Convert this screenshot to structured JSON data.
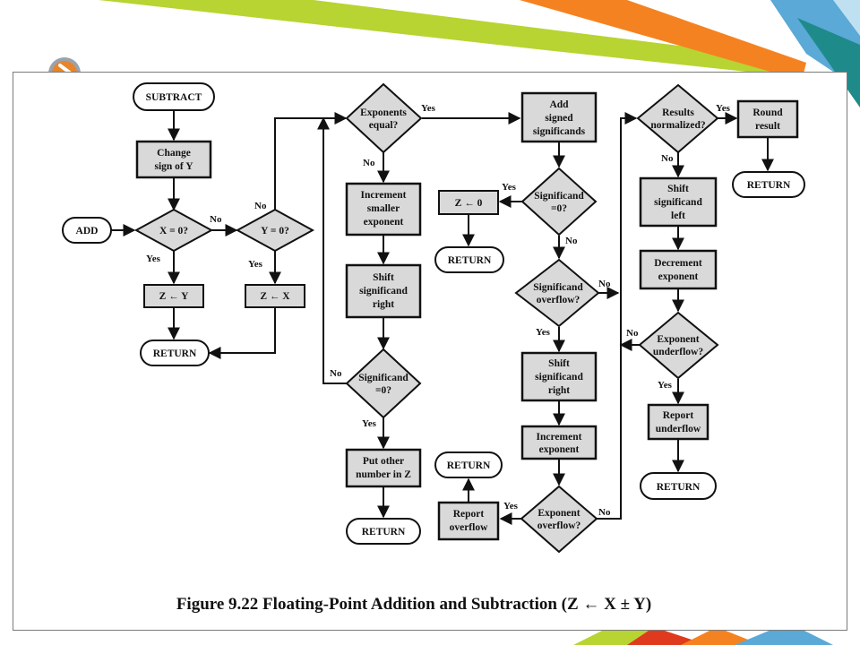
{
  "slide": {
    "colors": {
      "lime": "#b7d432",
      "orange": "#f58220",
      "blue": "#5aa9d6",
      "teal": "#1f8a8a",
      "red": "#e03a1e",
      "box_fill": "#d9d9d9"
    }
  },
  "flowchart": {
    "caption": "Figure 9.22  Floating-Point Addition and Subtraction (Z ← X ± Y)",
    "nodes": {
      "subtract": "SUBTRACT",
      "change_sign": [
        "Change",
        "sign of Y"
      ],
      "add": "ADD",
      "x_zero": "X = 0?",
      "y_zero": "Y = 0?",
      "z_y": "Z ← Y",
      "z_x": "Z ← X",
      "return_1": "RETURN",
      "exp_equal": [
        "Exponents",
        "equal?"
      ],
      "incr_smaller": [
        "Increment",
        "smaller",
        "exponent"
      ],
      "shift_right": [
        "Shift",
        "significand",
        "right"
      ],
      "sig_zero_1": [
        "Significand",
        "=0?"
      ],
      "put_other": [
        "Put other",
        "number in Z"
      ],
      "return_2": "RETURN",
      "add_signed": [
        "Add",
        "signed",
        "significands"
      ],
      "z_zero": "Z ← 0",
      "return_3": "RETURN",
      "sig_zero_2": [
        "Significand",
        "=0?"
      ],
      "sig_overflow": [
        "Significand",
        "overflow?"
      ],
      "shift_right_2": [
        "Shift",
        "significand",
        "right"
      ],
      "incr_exponent": [
        "Increment",
        "exponent"
      ],
      "exp_overflow": [
        "Exponent",
        "overflow?"
      ],
      "report_overflow": [
        "Report",
        "overflow"
      ],
      "return_4": "RETURN",
      "results_norm": [
        "Results",
        "normalized?"
      ],
      "round_result": [
        "Round",
        "result"
      ],
      "return_5": "RETURN",
      "shift_left": [
        "Shift",
        "significand",
        "left"
      ],
      "decr_exponent": [
        "Decrement",
        "exponent"
      ],
      "exp_underflow": [
        "Exponent",
        "underflow?"
      ],
      "report_underflow": [
        "Report",
        "underflow"
      ],
      "return_6": "RETURN"
    },
    "edge_labels": {
      "yes": "Yes",
      "no": "No"
    }
  }
}
